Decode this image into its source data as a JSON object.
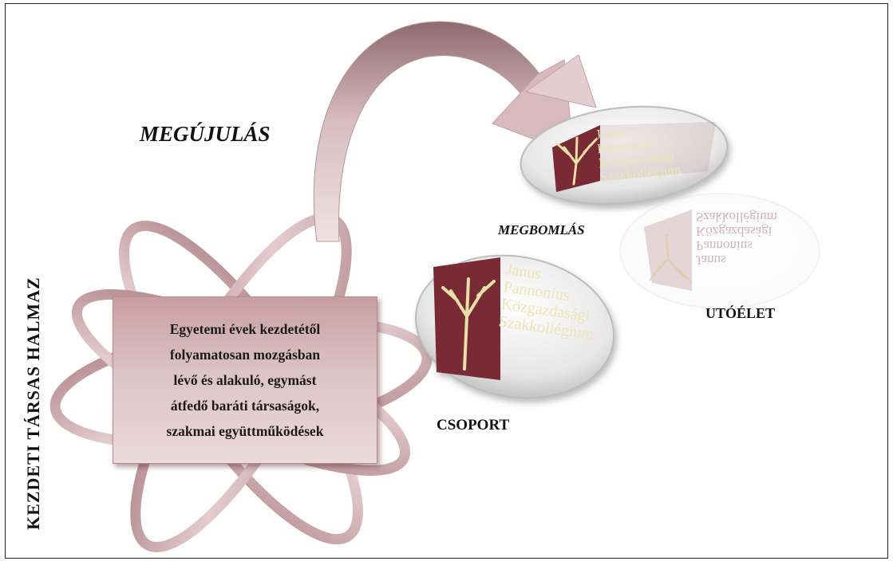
{
  "diagram": {
    "vertical_title": "KEZDETI TÁRSAS HALMAZ",
    "renewal_label": "MEGÚJULÁS",
    "breakup_label": "MEGBOMLÁS",
    "afterlife_label": "UTÓÉLET",
    "group_label": "CSOPORT",
    "description_lines": [
      "Egyetemi évek kezdetétől",
      "folyamatosan mozgásban",
      "lévő és alakuló, egymást",
      "átfedő baráti társaságok,",
      "szakmai együttműködések"
    ],
    "logo_lines": [
      "Janus",
      "Pannonius",
      "Közgazdasági",
      "Szakkollégium"
    ],
    "colors": {
      "maroon": "#7a2c34",
      "rose": "#c9a2a6",
      "light_rose": "#e6cfd1",
      "tree": "#e8e0a8"
    }
  }
}
